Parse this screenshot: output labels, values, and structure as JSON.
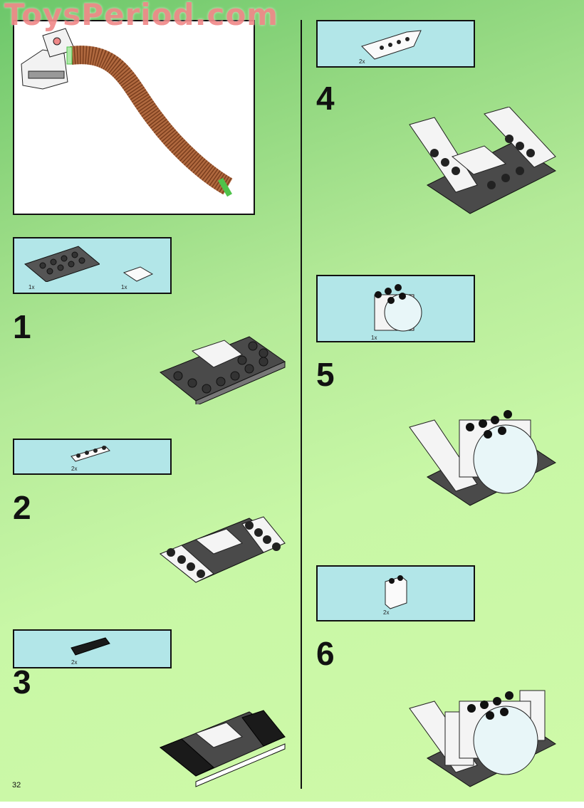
{
  "watermark": "ToysPeriod.com",
  "page_number": "32",
  "colors": {
    "page_bg_top": "#6cc76a",
    "page_bg_bottom": "#cffaa8",
    "parts_box_bg": "#b2e6e8",
    "hose_color": "#b0693f",
    "hose_ring_color": "#4fc24a"
  },
  "intro_illustration": {
    "description": "Assembled white unit with flexible brown hose and green ring end"
  },
  "steps": [
    {
      "number": "1",
      "parts": [
        {
          "name": "dark gray plate 4x6",
          "qty": "1x"
        },
        {
          "name": "white tile 2x2",
          "qty": "1x"
        }
      ]
    },
    {
      "number": "2",
      "parts": [
        {
          "name": "white plate 1x4",
          "qty": "2x"
        }
      ]
    },
    {
      "number": "3",
      "parts": [
        {
          "name": "black plate 1x4",
          "qty": "2x"
        }
      ]
    },
    {
      "number": "4",
      "parts": [
        {
          "name": "white inverted slope plate",
          "qty": "2x"
        }
      ]
    },
    {
      "number": "5",
      "parts": [
        {
          "name": "white/trans-clear cockpit assembly",
          "qty": "1x"
        }
      ]
    },
    {
      "number": "6",
      "parts": [
        {
          "name": "white brick 1x2x2",
          "qty": "2x"
        }
      ]
    }
  ]
}
